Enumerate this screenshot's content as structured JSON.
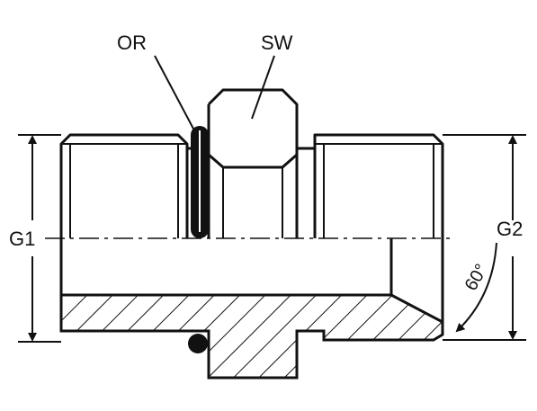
{
  "labels": {
    "or": "OR",
    "sw": "SW",
    "g1": "G1",
    "g2": "G2",
    "angle": "60°"
  },
  "colors": {
    "stroke": "#111111",
    "background": "#ffffff"
  }
}
